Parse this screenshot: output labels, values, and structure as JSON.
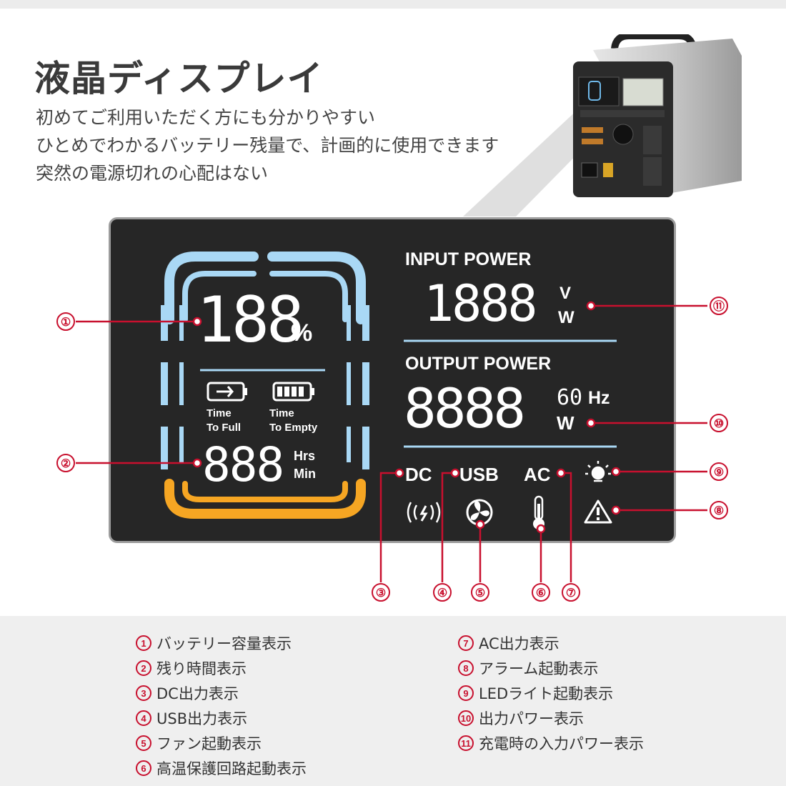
{
  "title": "液晶ディスプレイ",
  "subtitle": [
    "初めてご利用いただく方にも分かりやすい",
    "ひとめでわかるバッテリー残量で、計画的に使用できます",
    "突然の電源切れの心配はない"
  ],
  "lcd": {
    "battery_digits": "188",
    "battery_unit": "%",
    "time_to_full": "Time\nTo Full",
    "time_to_empty": "Time\nTo Empty",
    "time_digits": "888",
    "hrs": "Hrs",
    "min": "Min",
    "input_power_label": "INPUT POWER",
    "input_digits": "1888",
    "unit_v": "V",
    "unit_w_in": "W",
    "output_power_label": "OUTPUT POWER",
    "output_digits": "8888",
    "freq_digits": "60",
    "unit_hz": "Hz",
    "unit_w_out": "W",
    "dc": "DC",
    "usb": "USB",
    "ac": "AC"
  },
  "callouts": [
    "①",
    "②",
    "③",
    "④",
    "⑤",
    "⑥",
    "⑦",
    "⑧",
    "⑨",
    "⑩",
    "⑪"
  ],
  "legend": [
    {
      "num": "1",
      "text": "バッテリー容量表示"
    },
    {
      "num": "2",
      "text": "残り時間表示"
    },
    {
      "num": "3",
      "text": "DC出力表示"
    },
    {
      "num": "4",
      "text": "USB出力表示"
    },
    {
      "num": "5",
      "text": "ファン起動表示"
    },
    {
      "num": "6",
      "text": "高温保護回路起動表示"
    },
    {
      "num": "7",
      "text": "AC出力表示"
    },
    {
      "num": "8",
      "text": "アラーム起動表示"
    },
    {
      "num": "9",
      "text": "LEDライト起動表示"
    },
    {
      "num": "10",
      "text": "出力パワー表示"
    },
    {
      "num": "11",
      "text": "充電時の入力パワー表示"
    }
  ],
  "colors": {
    "accent_red": "#c8102e",
    "lcd_bg": "#262626",
    "ring_blue": "#a9d8f5",
    "ring_orange": "#f6a623"
  },
  "icons": [
    "battery-charging-icon",
    "battery-full-icon",
    "wireless-charging-icon",
    "fan-icon",
    "thermometer-icon",
    "led-light-icon",
    "warning-icon"
  ]
}
